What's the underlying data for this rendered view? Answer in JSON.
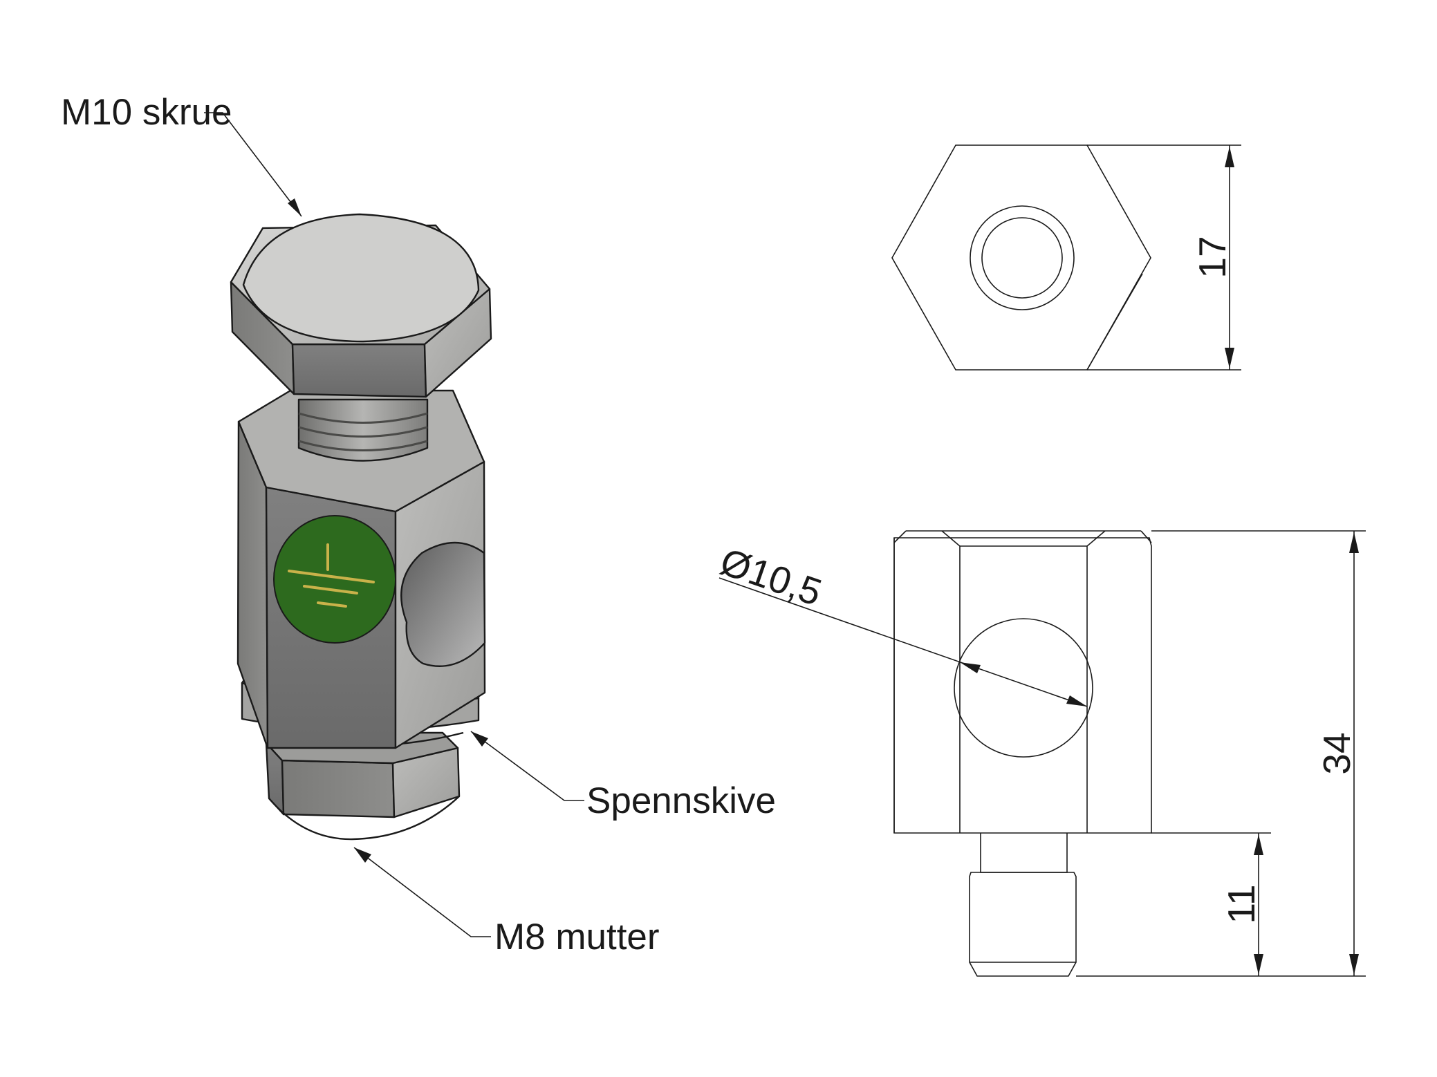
{
  "callouts": {
    "screw": "M10 skrue",
    "washer": "Spennskive",
    "nut": "M8 mutter"
  },
  "dimensions": {
    "hex_width": "17",
    "hole_diameter": "Ø10,5",
    "total_height": "34",
    "stud_length": "11"
  },
  "colors": {
    "line": "#1a1a1a",
    "metal_light": "#c8c8c6",
    "metal_mid": "#9a9a98",
    "metal_dark": "#6e6e6c",
    "ground_badge": "#2d6a1e",
    "ground_symbol": "#c9b24a"
  },
  "icons": {
    "ground_badge": "protective-earth-symbol"
  }
}
